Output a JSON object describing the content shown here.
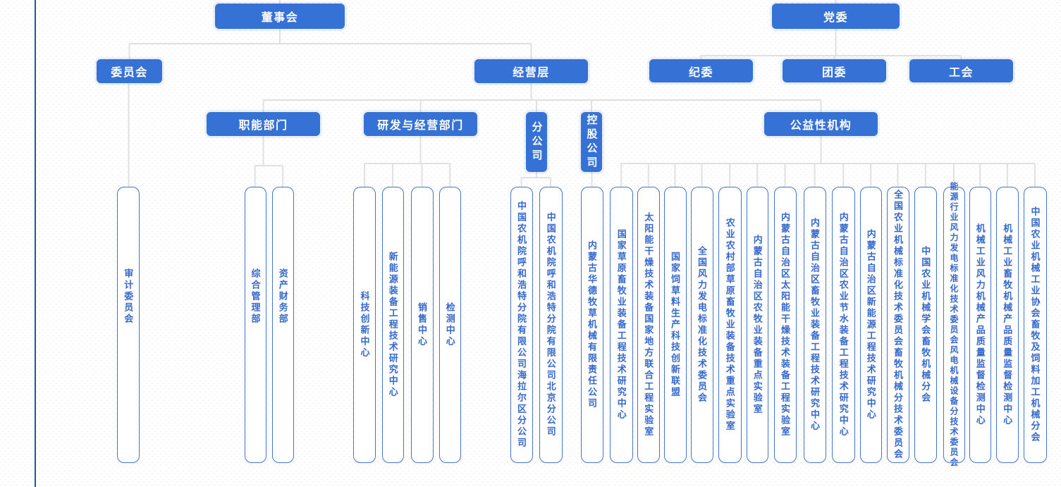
{
  "colors": {
    "node_fill": "#3671d5",
    "node_text": "#ffffff",
    "leaf_border": "#4374d4",
    "leaf_text": "#3568cd",
    "connector": "#e0e0e0",
    "left_rule": "#1a58a8"
  },
  "nodes": [
    {
      "id": "board-of-directors",
      "label": "董事会",
      "kind": "solid"
    },
    {
      "id": "party-committee",
      "label": "党委",
      "kind": "solid"
    },
    {
      "id": "committees",
      "label": "委员会",
      "kind": "solid"
    },
    {
      "id": "management-level",
      "label": "经营层",
      "kind": "solid"
    },
    {
      "id": "discipline-committee",
      "label": "纪委",
      "kind": "solid"
    },
    {
      "id": "youth-league",
      "label": "团委",
      "kind": "solid"
    },
    {
      "id": "labor-union",
      "label": "工会",
      "kind": "solid"
    },
    {
      "id": "functional-departments",
      "label": "职能部门",
      "kind": "solid"
    },
    {
      "id": "rd-operation-departments",
      "label": "研发与经营部门",
      "kind": "solid"
    },
    {
      "id": "branch-companies",
      "label": "分公司",
      "kind": "solid-v"
    },
    {
      "id": "holding-companies",
      "label": "控股公司",
      "kind": "solid-v"
    },
    {
      "id": "public-welfare-institutions",
      "label": "公益性机构",
      "kind": "solid"
    },
    {
      "id": "audit-committee",
      "label": "审计委员会",
      "kind": "leaf"
    },
    {
      "id": "general-management-dept",
      "label": "综合管理部",
      "kind": "leaf"
    },
    {
      "id": "asset-finance-dept",
      "label": "资产财务部",
      "kind": "leaf"
    },
    {
      "id": "sci-tech-innovation-center",
      "label": "科技创新中心",
      "kind": "leaf"
    },
    {
      "id": "new-energy-equipment-research-center",
      "label": "新能源装备工程技术研究中心",
      "kind": "leaf"
    },
    {
      "id": "sales-center",
      "label": "销售中心",
      "kind": "leaf"
    },
    {
      "id": "testing-center",
      "label": "检测中心",
      "kind": "leaf"
    },
    {
      "id": "hohhot-branch-hailar",
      "label": "中国农机院呼和浩特分院有限公司海拉尔区分公司",
      "kind": "leaf"
    },
    {
      "id": "hohhot-branch-beijing",
      "label": "中国农机院呼和浩特分院有限公司北京分公司",
      "kind": "leaf"
    },
    {
      "id": "huade-grass-machinery",
      "label": "内蒙古华德牧草机械有限责任公司",
      "kind": "leaf"
    },
    {
      "id": "national-grassland-equip-center",
      "label": "国家草原畜牧业装备工程技术研究中心",
      "kind": "leaf"
    },
    {
      "id": "solar-drying-joint-lab",
      "label": "太阳能干燥技术装备国家地方联合工程实验室",
      "kind": "leaf"
    },
    {
      "id": "forage-production-alliance",
      "label": "国家饲草料生产科技创新联盟",
      "kind": "leaf"
    },
    {
      "id": "national-wind-power-standards-committee",
      "label": "全国风力发电标准化技术委员会",
      "kind": "leaf"
    },
    {
      "id": "moa-grassland-equip-key-lab",
      "label": "农业农村部草原畜牧业装备技术重点实验室",
      "kind": "leaf"
    },
    {
      "id": "im-husbandry-equip-key-lab",
      "label": "内蒙古自治区农牧业装备重点实验室",
      "kind": "leaf"
    },
    {
      "id": "im-solar-drying-lab",
      "label": "内蒙古自治区太阳能干燥技术装备工程实验室",
      "kind": "leaf"
    },
    {
      "id": "im-husbandry-equip-research-center",
      "label": "内蒙古自治区畜牧业装备工程技术研究中心",
      "kind": "leaf"
    },
    {
      "id": "im-water-saving-equip-center",
      "label": "内蒙古自治区农业节水装备工程技术研究中心",
      "kind": "leaf"
    },
    {
      "id": "im-new-energy-research-center",
      "label": "内蒙古自治区新能源工程技术研究中心",
      "kind": "leaf"
    },
    {
      "id": "nat-agri-machinery-standards-husbandry-subcommittee",
      "label": "全国农业机械标准化技术委员会畜牧机械分技术委员会",
      "kind": "leaf"
    },
    {
      "id": "casm-husbandry-machinery-branch",
      "label": "中国农业机械学会畜牧机械分会",
      "kind": "leaf"
    },
    {
      "id": "energy-wind-power-standards-subcommittee",
      "label": "能源行业风力发电标准化技术委员会风电机械设备分技术委员会",
      "kind": "leaf tight"
    },
    {
      "id": "wind-machinery-quality-center",
      "label": "机械工业风力机械产品质量监督检测中心",
      "kind": "leaf"
    },
    {
      "id": "husbandry-machinery-quality-center",
      "label": "机械工业畜牧机械产品质量监督检测中心",
      "kind": "leaf"
    },
    {
      "id": "caamm-husbandry-feed-branch",
      "label": "中国农业机械工业协会畜牧及饲料加工机械分会",
      "kind": "leaf"
    }
  ]
}
